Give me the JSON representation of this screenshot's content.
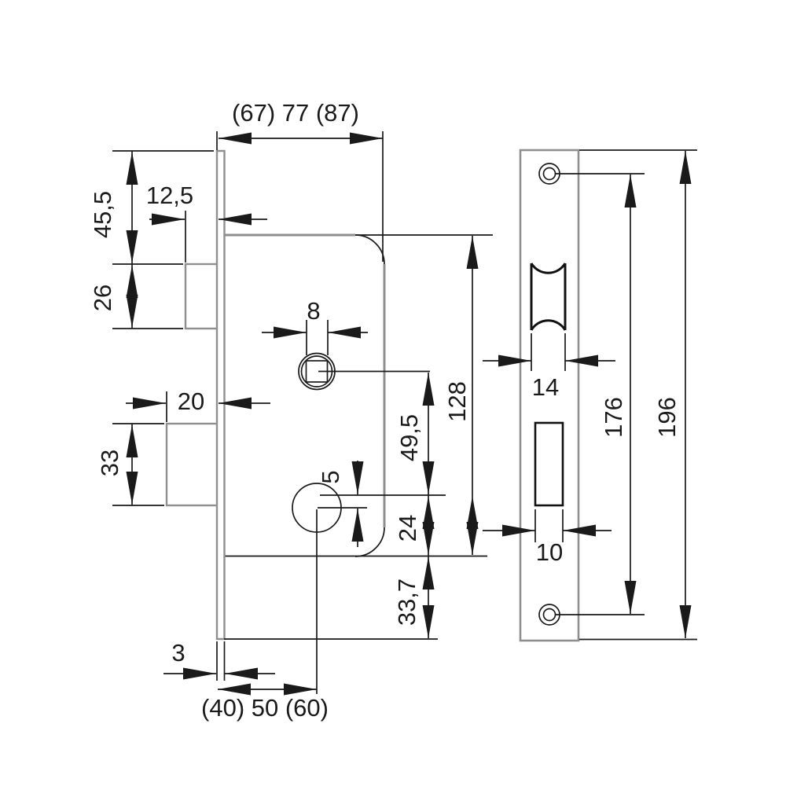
{
  "drawing": {
    "type": "mortise-lock technical drawing, side view and faceplate front view",
    "side_view": {
      "case_width_label": "(67) 77 (87)",
      "plate_top_to_latch": "45,5",
      "latch_protrusion": "12,5",
      "latch_height": "26",
      "spindle_square_size": "8",
      "deadbolt_protrusion": "20",
      "deadbolt_height": "33",
      "spindle_to_cylinder": "49,5",
      "case_height": "128",
      "cylinder_offset": "5",
      "cylinder_to_case_bottom": "24",
      "case_bottom_to_plate_end": "33,7",
      "faceplate_thickness": "3",
      "backset_label": "(40) 50 (60)"
    },
    "front_view": {
      "latch_cutout_width": "14",
      "bolt_cutout_width": "10",
      "screw_hole_spacing": "176",
      "faceplate_length": "196"
    },
    "colors": {
      "outline_gray": "#8f8f8f",
      "line_black": "#1a1a1a",
      "background": "#ffffff"
    }
  }
}
